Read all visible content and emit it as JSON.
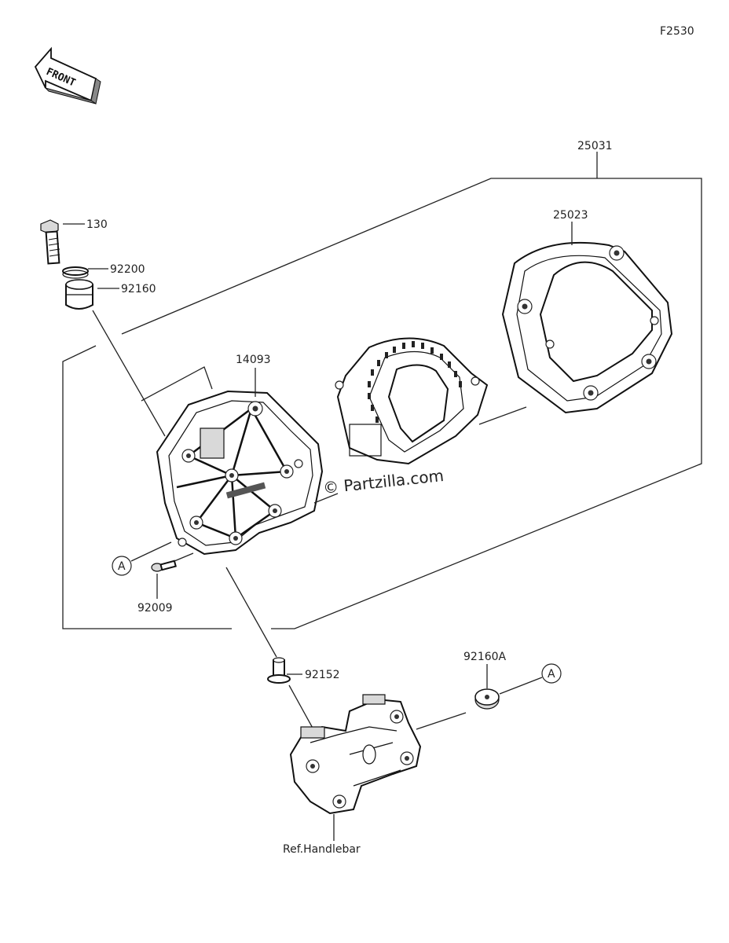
{
  "diagram_code": "F2530",
  "front_label": "FRONT",
  "watermark": "© Partzilla.com",
  "callouts": {
    "p25031": "25031",
    "p25023": "25023",
    "p130": "130",
    "p92200": "92200",
    "p92160": "92160",
    "p14093": "14093",
    "p92009": "92009",
    "p92152": "92152",
    "p92160A": "92160A",
    "ref_handlebar": "Ref.Handlebar"
  },
  "reference_markers": {
    "left": "A",
    "right": "A"
  }
}
